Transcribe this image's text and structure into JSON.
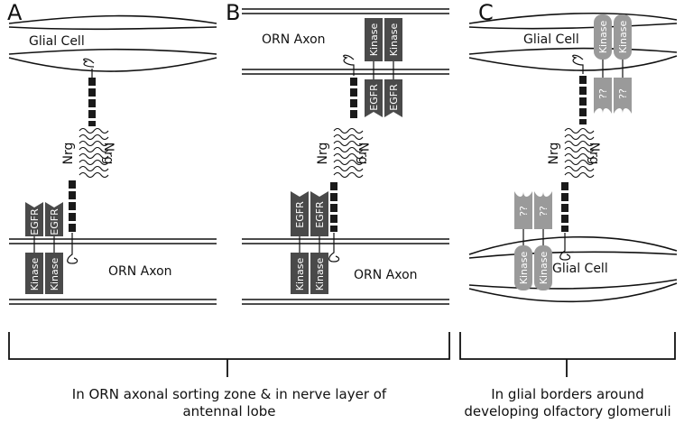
{
  "panels": {
    "A": {
      "letter": "A",
      "top_membrane_label": "Glial Cell",
      "bottom_membrane_label": "ORN Axon",
      "nrg_labels": [
        "Nrg",
        "Nrg"
      ],
      "egfr_labels": [
        "EGFR",
        "EGFR"
      ],
      "kinase_labels": [
        "Kinase",
        "Kinase"
      ]
    },
    "B": {
      "letter": "B",
      "top_membrane_label": "ORN Axon",
      "bottom_membrane_label": "ORN Axon",
      "nrg_labels": [
        "Nrg",
        "Nrg"
      ],
      "top_egfr_labels": [
        "EGFR",
        "EGFR"
      ],
      "top_kinase_labels": [
        "Kinase",
        "Kinase"
      ],
      "bottom_egfr_labels": [
        "EGFR",
        "EGFR"
      ],
      "bottom_kinase_labels": [
        "Kinase",
        "Kinase"
      ]
    },
    "C": {
      "letter": "C",
      "top_membrane_label": "Glial Cell",
      "bottom_membrane_label": "Glial Cell",
      "nrg_labels": [
        "Nrg",
        "Nrg"
      ],
      "top_kinase_labels": [
        "Kinase",
        "Kinase"
      ],
      "top_unknown_labels": [
        "??",
        "??"
      ],
      "bottom_unknown_labels": [
        "??",
        "??"
      ],
      "bottom_kinase_labels": [
        "Kinase",
        "Kinase"
      ]
    }
  },
  "captions": {
    "left": [
      "In ORN axonal sorting zone & in nerve layer of",
      "antennal lobe"
    ],
    "right": [
      "In glial borders around",
      "developing olfactory glomeruli"
    ]
  },
  "colors": {
    "dark_receptor": "#4a4a4a",
    "grey_receptor": "#9a9a9a",
    "line": "#111111"
  }
}
